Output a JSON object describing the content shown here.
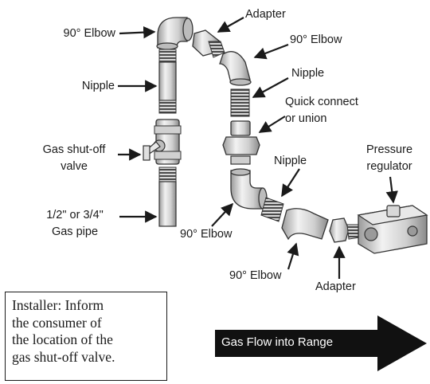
{
  "labels": {
    "elbow_top_left": "90° Elbow",
    "adapter_top": "Adapter",
    "elbow_top_right": "90° Elbow",
    "nipple_left": "Nipple",
    "nipple_right_top": "Nipple",
    "quick_connect_line1": "Quick connect",
    "quick_connect_line2": "or union",
    "shutoff_line1": "Gas shut-off",
    "shutoff_line2": "valve",
    "pressure_line1": "Pressure",
    "pressure_line2": "regulator",
    "nipple_right_bottom": "Nipple",
    "gas_pipe_line1": "1/2\" or 3/4\"",
    "gas_pipe_line2": "Gas pipe",
    "elbow_mid": "90° Elbow",
    "elbow_bottom": "90° Elbow",
    "adapter_bottom": "Adapter"
  },
  "note": {
    "line1": "Installer: Inform",
    "line2": "the consumer of",
    "line3": "the location of the",
    "line4": "gas shut-off valve."
  },
  "flow": {
    "label": "Gas Flow into Range"
  }
}
